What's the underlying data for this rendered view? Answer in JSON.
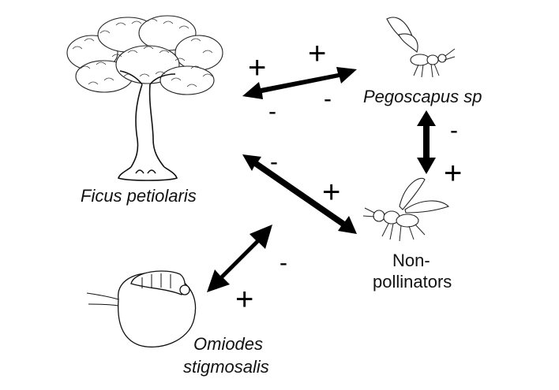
{
  "organisms": {
    "tree": {
      "name": "Ficus petiolaris",
      "icon": "fig-tree-icon"
    },
    "pollinator": {
      "name": "Pegoscapus sp",
      "icon": "pollinator-wasp-icon"
    },
    "non_pollinators": {
      "line1": "Non-",
      "line2": "pollinators",
      "icon": "non-pollinator-wasp-icon"
    },
    "moth": {
      "line1": "Omiodes",
      "line2": "stigmosalis",
      "icon": "caterpillar-on-fig-icon"
    }
  },
  "interactions": [
    {
      "between": "Ficus petiolaris / Pegoscapus sp",
      "signs": [
        "+",
        "+",
        "-",
        "-"
      ]
    },
    {
      "between": "Pegoscapus sp / Non-pollinators",
      "signs": [
        "-",
        "+"
      ]
    },
    {
      "between": "Ficus petiolaris / Non-pollinators",
      "signs": [
        "-",
        "+"
      ]
    },
    {
      "between": "Ficus petiolaris / Omiodes stigmosalis",
      "signs": [
        "-",
        "+"
      ]
    }
  ],
  "colors": {
    "arrow": "#000000",
    "text": "#111111",
    "line": "#333333"
  }
}
